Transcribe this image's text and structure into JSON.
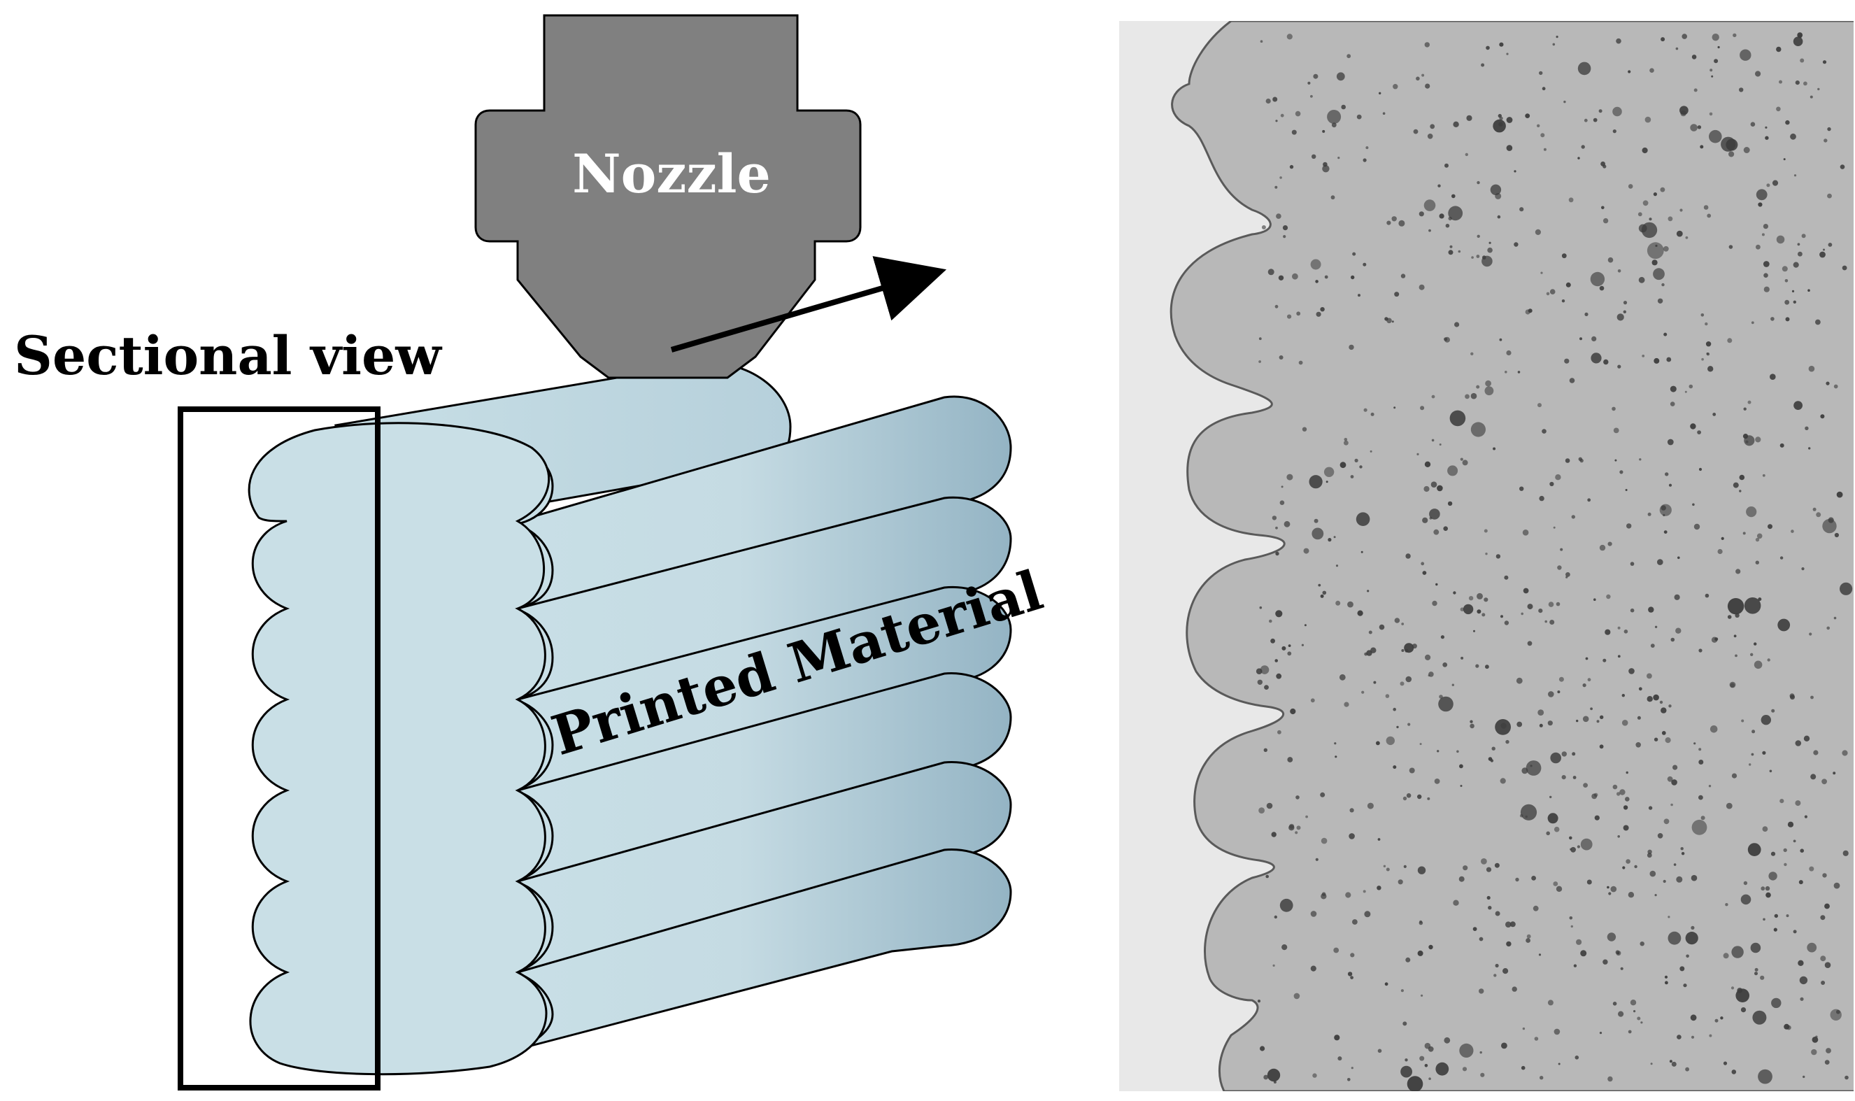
{
  "labels": {
    "nozzle": "Nozzle",
    "sectional_view": "Sectional view",
    "printed_material": "Printed Material"
  },
  "colors": {
    "nozzle_fill": "#808080",
    "layer_fill_light": "#c8dfe6",
    "layer_fill_dark": "#97b6c6",
    "outline": "#000000",
    "micrograph_background": "#e9e9e9",
    "micrograph_sample": "#b9b9b9",
    "micrograph_pore": "#3c3c3c"
  },
  "icons": {
    "arrow": "arrow-icon"
  }
}
